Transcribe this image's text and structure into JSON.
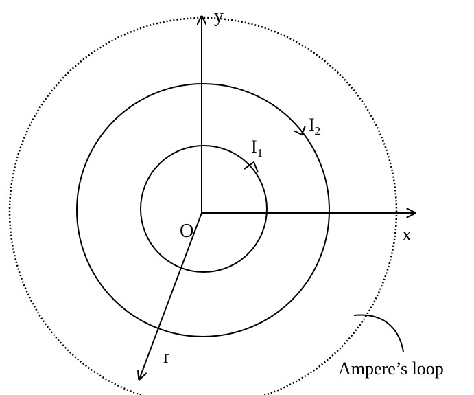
{
  "labels": {
    "y_axis": "y",
    "x_axis": "x",
    "origin": "O",
    "radius": "r",
    "inner_current": "I",
    "inner_current_sub": "1",
    "outer_current": "I",
    "outer_current_sub": "2",
    "loop": "Ampere’s loop"
  },
  "colors": {
    "stroke": "#000000",
    "background": "#ffffff"
  }
}
